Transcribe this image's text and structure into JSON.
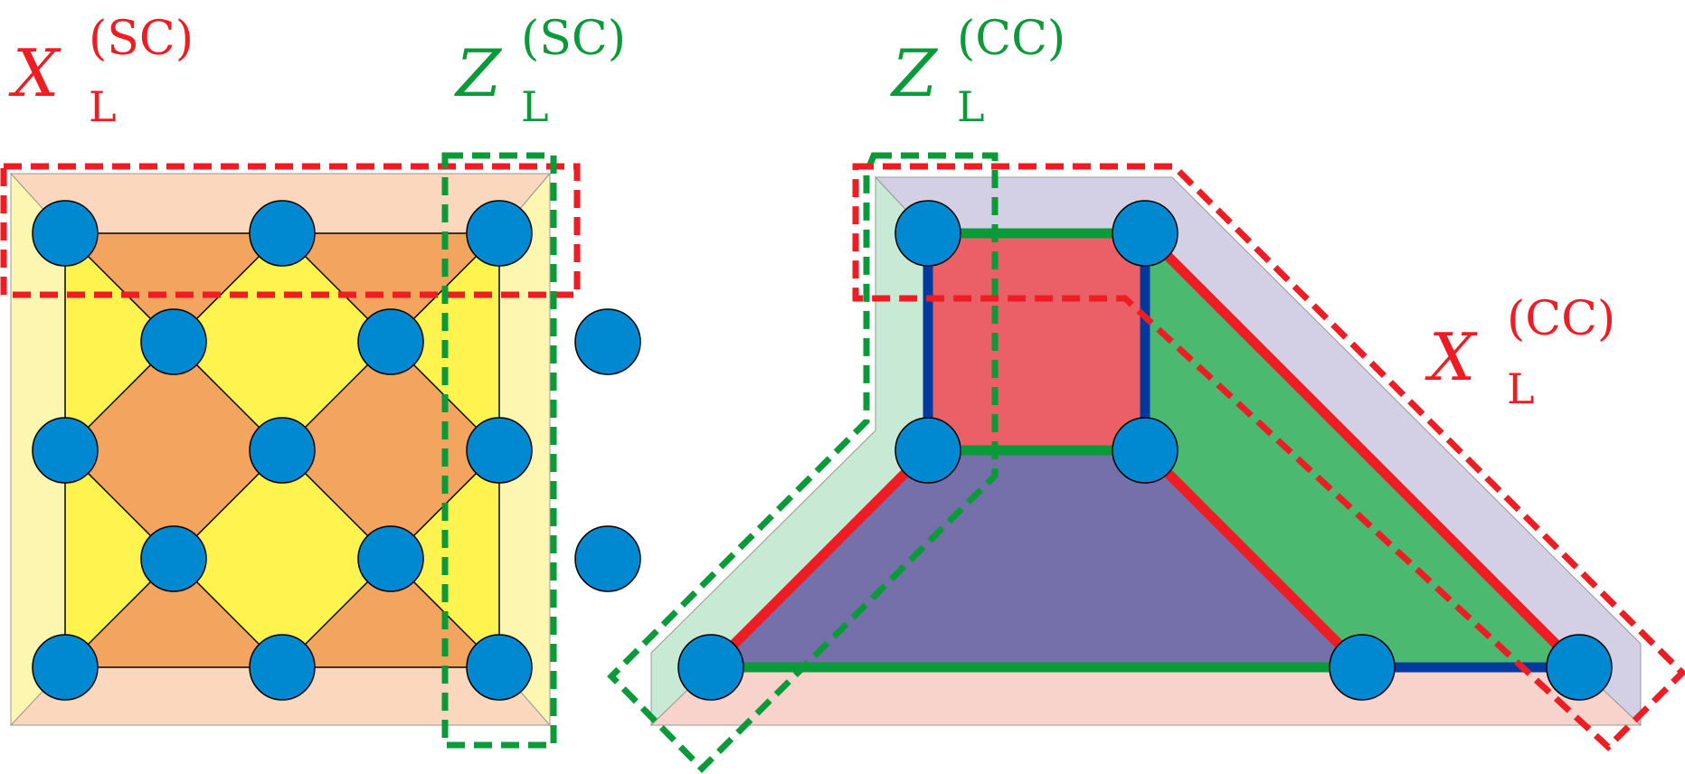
{
  "colors": {
    "red": "#ee1d23",
    "green": "#0a9a3a",
    "blue_qubit": "#0088d1",
    "dark_blue": "#003a9e",
    "sc_outer": "#fbd8bd",
    "sc_side": "#fdf6b0",
    "sc_plaquette_orange": "#f3a55f",
    "sc_plaquette_yellow": "#fff44f",
    "cc_red_face": "#eb6067",
    "cc_green_face": "#4cb970",
    "cc_purple_face": "#7570a9",
    "cc_light_green": "#c8e9d4",
    "cc_lavender": "#d3cfe5",
    "cc_pink": "#f8d3cc"
  },
  "labels": {
    "x_sc": {
      "main": "X",
      "sub": "L",
      "sup": "(SC)",
      "color": "red"
    },
    "z_sc": {
      "main": "Z",
      "sub": "L",
      "sup": "(SC)",
      "color": "green"
    },
    "z_cc": {
      "main": "Z",
      "sub": "L",
      "sup": "(CC)",
      "color": "green"
    },
    "x_cc": {
      "main": "X",
      "sub": "L",
      "sup": "(CC)",
      "color": "red"
    }
  }
}
